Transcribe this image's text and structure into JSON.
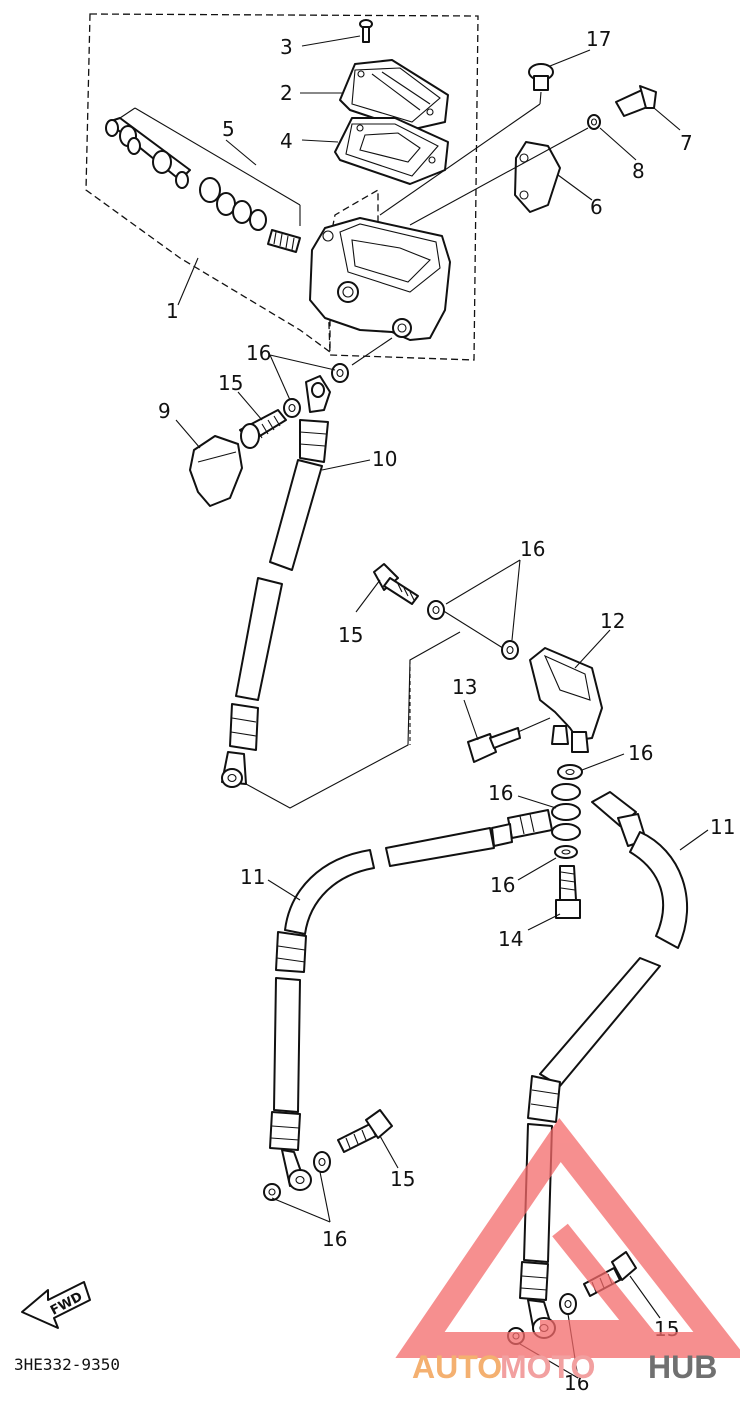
{
  "diagram_code": "3HE332-9350",
  "fwd_label": "FWD",
  "watermark": {
    "part1": "AUTO",
    "part2": "MOTO",
    "part3": "HUB",
    "color1": "#f4b070",
    "color2": "#f2a0a0",
    "color3": "#707070",
    "logo_color": "#f46a6a"
  },
  "callouts": {
    "c1": "1",
    "c2": "2",
    "c3": "3",
    "c4": "4",
    "c5": "5",
    "c6": "6",
    "c7": "7",
    "c8": "8",
    "c9": "9",
    "c10": "10",
    "c11a": "11",
    "c11b": "11",
    "c12": "12",
    "c13": "13",
    "c14": "14",
    "c15a": "15",
    "c15b": "15",
    "c15c": "15",
    "c15d": "15",
    "c16a": "16",
    "c16b": "16",
    "c16c": "16",
    "c16d": "16",
    "c16e": "16",
    "c16f": "16",
    "c16g": "16",
    "c17": "17"
  }
}
